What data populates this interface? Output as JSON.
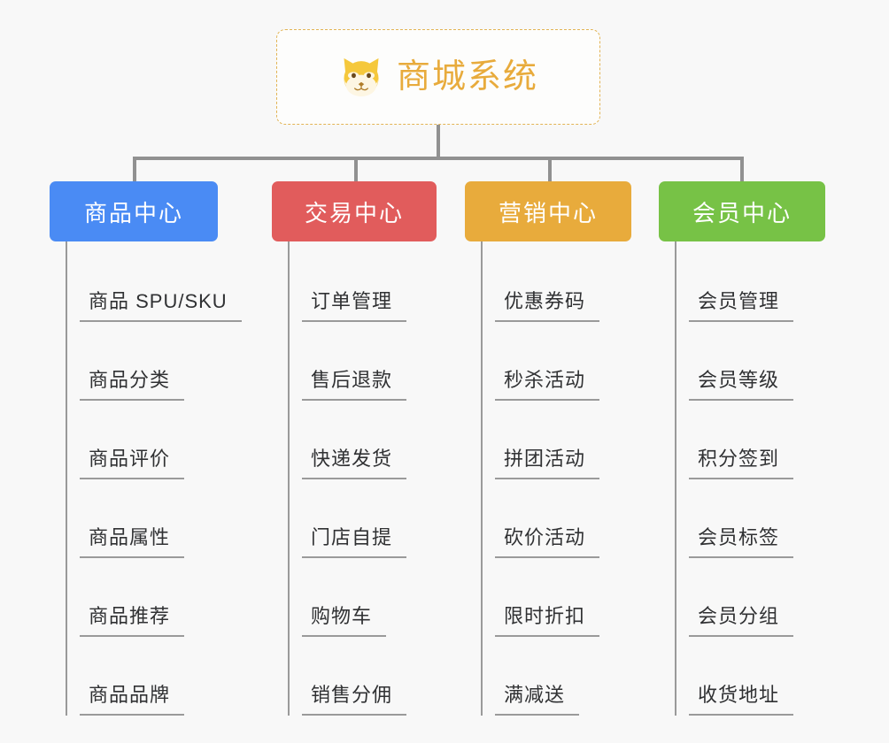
{
  "root": {
    "title": "商城系统",
    "logo_icon": "shiba-dog-face-icon",
    "border_color": "#e2b455",
    "title_color": "#e8ab3c"
  },
  "connector_color": "#919191",
  "background_color": "#f8f8f8",
  "columns": [
    {
      "header": "商品中心",
      "color": "#4a8bf4",
      "items": [
        "商品 SPU/SKU",
        "商品分类",
        "商品评价",
        "商品属性",
        "商品推荐",
        "商品品牌"
      ]
    },
    {
      "header": "交易中心",
      "color": "#e15c5c",
      "items": [
        "订单管理",
        "售后退款",
        "快递发货",
        "门店自提",
        "购物车",
        "销售分佣"
      ]
    },
    {
      "header": "营销中心",
      "color": "#e8ab3c",
      "items": [
        "优惠券码",
        "秒杀活动",
        "拼团活动",
        "砍价活动",
        "限时折扣",
        "满减送"
      ]
    },
    {
      "header": "会员中心",
      "color": "#77c246",
      "items": [
        "会员管理",
        "会员等级",
        "积分签到",
        "会员标签",
        "会员分组",
        "收货地址"
      ]
    }
  ]
}
